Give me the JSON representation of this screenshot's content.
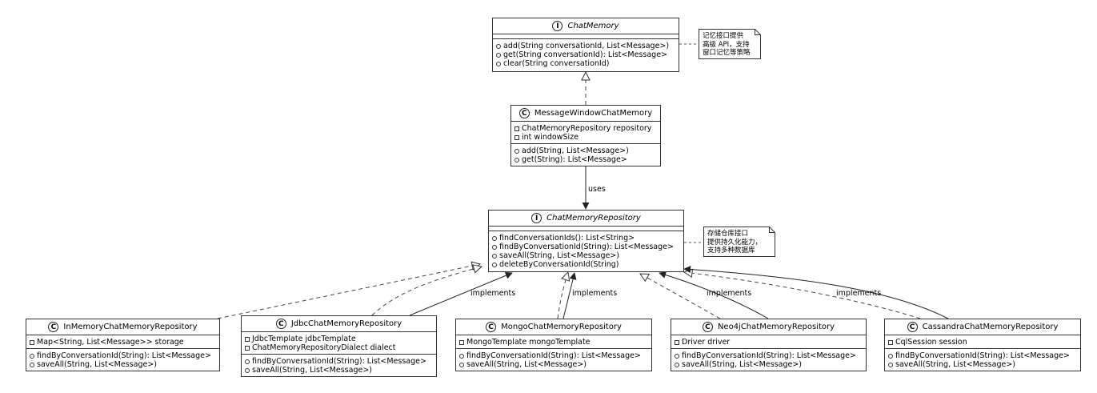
{
  "classes": {
    "chat_memory": {
      "stereotype": "I",
      "name": "ChatMemory",
      "attributes": [],
      "methods": [
        "add(String conversationId, List<Message>)",
        "get(String conversationId): List<Message>",
        "clear(String conversationId)"
      ]
    },
    "message_window": {
      "stereotype": "C",
      "name": "MessageWindowChatMemory",
      "attributes": [
        "ChatMemoryRepository repository",
        "int windowSize"
      ],
      "methods": [
        "add(String, List<Message>)",
        "get(String): List<Message>"
      ]
    },
    "repository": {
      "stereotype": "I",
      "name": "ChatMemoryRepository",
      "attributes": [],
      "methods": [
        "findConversationIds(): List<String>",
        "findByConversationId(String): List<Message>",
        "saveAll(String, List<Message>)",
        "deleteByConversationId(String)"
      ]
    },
    "in_memory": {
      "stereotype": "C",
      "name": "InMemoryChatMemoryRepository",
      "attributes": [
        "Map<String, List<Message>> storage"
      ],
      "methods": [
        "findByConversationId(String): List<Message>",
        "saveAll(String, List<Message>)"
      ]
    },
    "jdbc": {
      "stereotype": "C",
      "name": "JdbcChatMemoryRepository",
      "attributes": [
        "JdbcTemplate jdbcTemplate",
        "ChatMemoryRepositoryDialect dialect"
      ],
      "methods": [
        "findByConversationId(String): List<Message>",
        "saveAll(String, List<Message>)"
      ]
    },
    "mongo": {
      "stereotype": "C",
      "name": "MongoChatMemoryRepository",
      "attributes": [
        "MongoTemplate mongoTemplate"
      ],
      "methods": [
        "findByConversationId(String): List<Message>",
        "saveAll(String, List<Message>)"
      ]
    },
    "neo4j": {
      "stereotype": "C",
      "name": "Neo4jChatMemoryRepository",
      "attributes": [
        "Driver driver"
      ],
      "methods": [
        "findByConversationId(String): List<Message>",
        "saveAll(String, List<Message>)"
      ]
    },
    "cassandra": {
      "stereotype": "C",
      "name": "CassandraChatMemoryRepository",
      "attributes": [
        "CqlSession session"
      ],
      "methods": [
        "findByConversationId(String): List<Message>",
        "saveAll(String, List<Message>)"
      ]
    }
  },
  "notes": {
    "memory_note": [
      "记忆接口提供",
      "高级 API，支持",
      "窗口记忆等策略"
    ],
    "repository_note": [
      "存储仓库接口",
      "提供持久化能力，",
      "支持多种数据库"
    ]
  },
  "edge_labels": {
    "uses": "uses",
    "jdbc_implements": "implements",
    "mongo_implements": "implements",
    "neo4j_implements": "implements",
    "cassandra_implements": "implements"
  },
  "colors": {
    "border": "#333333",
    "background": "#ffffff",
    "note_fill": "#ffffff"
  }
}
